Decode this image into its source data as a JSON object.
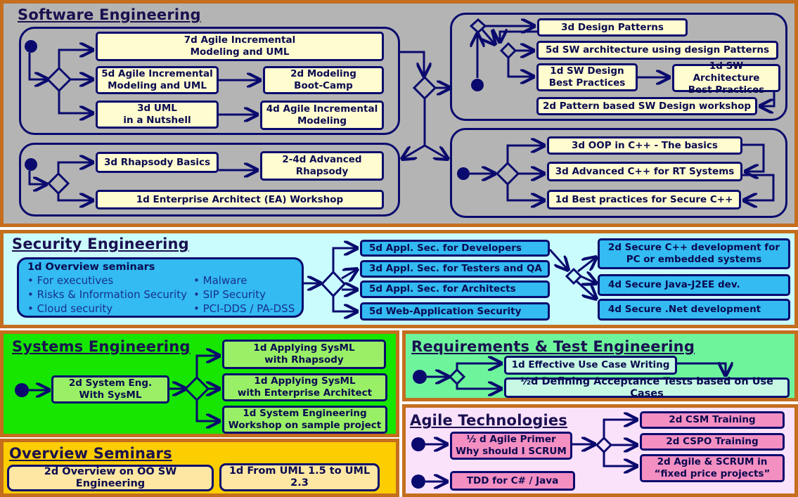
{
  "colors": {
    "section_border": "#c46e1e",
    "line": "#0a0a6e",
    "software_bg": "#b4b4b4",
    "security_bg": "#cafcfd",
    "systems_bg": "#16e600",
    "requirements_bg": "#6ef59c",
    "overview_bg": "#fccd00",
    "agile_bg": "#fbe2fb"
  },
  "software": {
    "title": "Software Engineering",
    "modeling": [
      "7d Agile Incremental\nModeling and UML",
      "5d Agile Incremental\nModeling and UML",
      "2d Modeling\nBoot-Camp",
      "3d UML\nin a Nutshell",
      "4d Agile Incremental\nModeling"
    ],
    "design": [
      "3d Design Patterns",
      "5d SW architecture using design Patterns",
      "1d SW Design\nBest Practices",
      "1d SW Architecture\nBest Practices",
      "2d Pattern based SW Design workshop"
    ],
    "tools": [
      "3d Rhapsody Basics",
      "2-4d Advanced\nRhapsody",
      "1d Enterprise Architect (EA) Workshop"
    ],
    "cpp": [
      "3d OOP in C++ - The basics",
      "3d Advanced C++ for RT Systems",
      "1d Best practices for Secure C++"
    ]
  },
  "security": {
    "title": "Security Engineering",
    "overview": {
      "title": "1d Overview seminars",
      "left": [
        "For executives",
        "Risks & Information Security",
        "Cloud security"
      ],
      "right": [
        "Malware",
        "SIP Security",
        "PCI-DDS / PA-DSS"
      ]
    },
    "appsec": [
      "5d Appl. Sec. for Developers",
      "3d Appl. Sec. for Testers and QA",
      "5d Appl. Sec. for Architects",
      "5d Web-Application Security"
    ],
    "secure_dev": [
      "2d Secure C++ development for\nPC or embedded systems",
      "4d Secure Java-J2EE dev.",
      "4d Secure .Net development"
    ]
  },
  "systems": {
    "title": "Systems Engineering",
    "start": "2d System Eng.\nWith SysML",
    "options": [
      "1d Applying SysML\nwith Rhapsody",
      "1d Applying SysML\nwith Enterprise Architect",
      "1d System Engineering\nWorkshop on sample project"
    ]
  },
  "requirements": {
    "title": "Requirements & Test Engineering",
    "items": [
      "1d Effective Use Case Writing",
      "½d Defining Acceptance Tests based on Use Cases"
    ]
  },
  "overview_seminars": {
    "title": "Overview Seminars",
    "items": [
      "2d Overview on OO SW Engineering",
      "1d From UML 1.5 to UML 2.3"
    ]
  },
  "agile": {
    "title": "Agile Technologies",
    "primer": "½ d Agile Primer\nWhy should I SCRUM",
    "tdd": "TDD for C# / Java",
    "options": [
      "2d CSM Training",
      "2d CSPO Training",
      "2d Agile & SCRUM in\n“fixed price projects”"
    ]
  }
}
